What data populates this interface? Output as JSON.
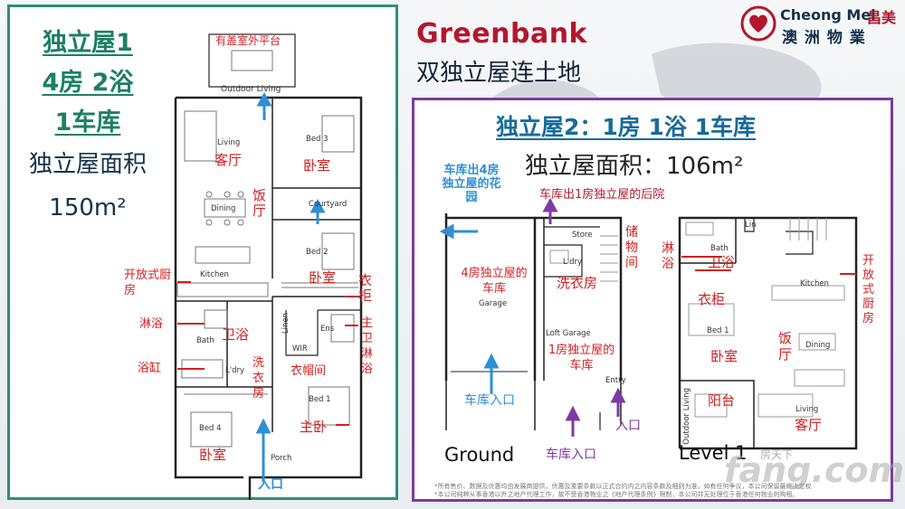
{
  "logo": {
    "brand_en": "Cheong Mei",
    "brand_cn_top": "昌美",
    "brand_cn_bottom": "澳 洲 物 業"
  },
  "title": {
    "line1": "Greenbank",
    "line2": "双独立屋连土地"
  },
  "house1": {
    "stats": [
      "独立屋1",
      "4房 2浴",
      "1车库"
    ],
    "area_label": "独立屋面积",
    "area_value": "150m²",
    "labels": {
      "covered_deck": "有盖室外平台",
      "outdoor_living": "Outdoor Living",
      "living": "Living",
      "living_cn": "客厅",
      "dining": "Dining",
      "dining_cn": "饭厅",
      "bed3": "Bed 3",
      "bed3_cn": "卧室",
      "courtyard": "Courtyard",
      "bed2": "Bed 2",
      "bed2_cn": "卧室",
      "wardrobe_cn": "衣柜",
      "kitchen": "Kitchen",
      "open_kitchen_cn": "开放式厨房",
      "shower_cn": "淋浴",
      "bath": "Bath",
      "bathroom_cn": "卫浴",
      "bathtub_cn": "浴缸",
      "linen": "Linen",
      "ens": "Ens",
      "ensuite_cn": "主卫淋浴",
      "wir": "WIR",
      "wir_cn": "衣帽间",
      "ldry": "L'dry",
      "laundry_cn": "洗衣房",
      "bed1": "Bed 1",
      "master_cn": "主卧",
      "bed4": "Bed 4",
      "bed4_cn": "卧室",
      "porch": "Porch",
      "entrance_cn": "入口"
    }
  },
  "house2": {
    "title": "独立屋2：1房 1浴 1车库",
    "area": "独立屋面积：106m²",
    "labels": {
      "garage_exit_main": "车库出4房独立屋的花园",
      "garage_exit_backyard": "车库出1房独立屋的后院",
      "store": "Store",
      "storage_cn": "储物间",
      "ldry": "L'dry",
      "laundry_cn": "洗衣房",
      "garage_4bed": "4房独立屋的车库",
      "garage": "Garage",
      "loft_garage": "Loft Garage",
      "garage_1bed": "1房独立屋的车库",
      "entry": "Entry",
      "garage_entrance_blue": "车库入口",
      "garage_entrance_purple": "车库入口",
      "entrance_cn": "入口",
      "ground": "Ground",
      "level1": "Level 1",
      "lin": "Lin",
      "bath": "Bath",
      "shower_cn": "淋浴",
      "bathroom_cn": "卫浴",
      "open_kitchen_cn": "开放式厨房",
      "kitchen": "Kitchen",
      "wardrobe_cn": "衣柜",
      "bed1": "Bed 1",
      "bedroom_cn": "卧室",
      "dining_cn": "饭厅",
      "dining": "Dining",
      "outdoor_living": "Outdoor Living",
      "balcony_cn": "阳台",
      "living": "Living",
      "living_cn": "客厅"
    }
  },
  "footnote": {
    "line1": "*所有售价、数据及优惠均由发展商提供，优惠及重要条款以正式合约内之内容条款及细则为准，如有任何争议，本公司保留最终决定权",
    "line2": "*本公司纯粹从事香港以外之地产代理工作，故不受香港物业之《地产代理条例》限制，本公司并无处理位于香港任何物业的购租。"
  },
  "watermark": {
    "logo": "fang.com",
    "tag": "房天下"
  },
  "colors": {
    "green": "#2f8f75",
    "purple": "#7d3aa3",
    "red": "#d21f1f",
    "blue": "#2e8fd6",
    "brand_red": "#b3172b"
  }
}
